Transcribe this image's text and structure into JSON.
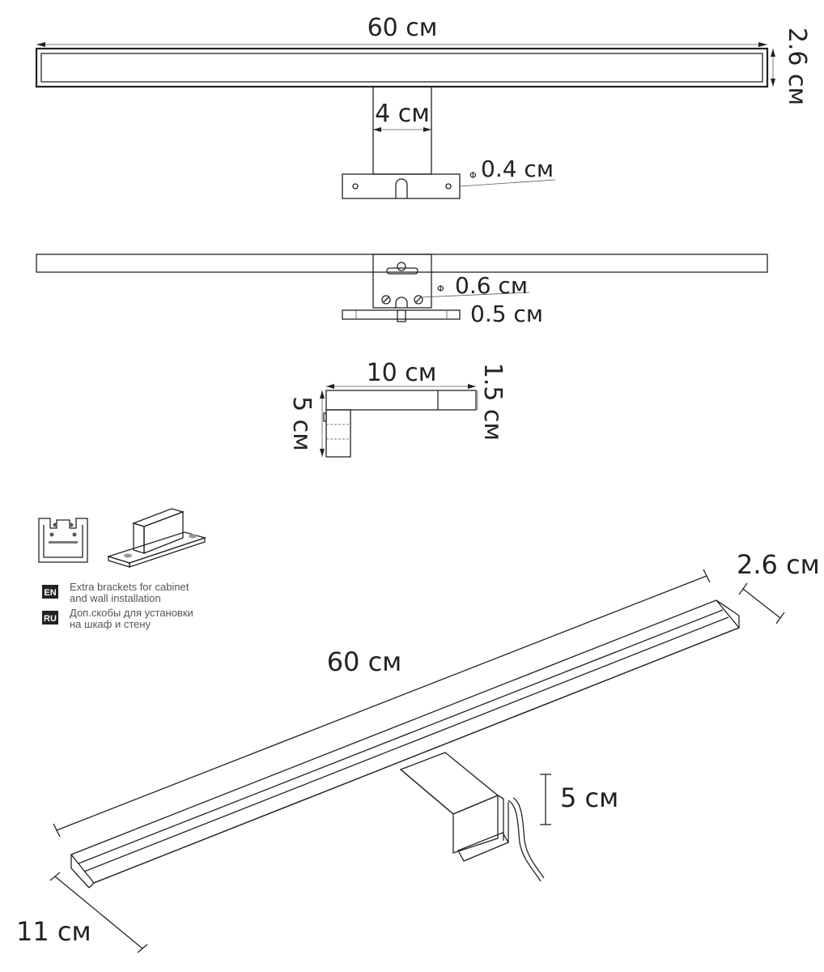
{
  "front_view": {
    "width_label": "60 см",
    "height_label": "2.6 см",
    "stem_width_label": "4 см",
    "hole_diameter_label": "0.4 см",
    "phi_symbol": "Φ"
  },
  "rear_view": {
    "hole_diameter_label": "0.6 см",
    "plate_thickness_label": "0.5 см",
    "phi_symbol": "Φ"
  },
  "side_view": {
    "depth_label": "10 см",
    "bar_height_label": "1.5 см",
    "drop_label": "5 см"
  },
  "accessories": {
    "en_badge": "EN",
    "en_text_line1": "Extra brackets for cabinet",
    "en_text_line2": "and wall installation",
    "ru_badge": "RU",
    "ru_text_line1": "Доп.скобы для установки",
    "ru_text_line2": "на шкаф и стену"
  },
  "perspective_view": {
    "length_label": "60 см",
    "height_label": "2.6 см",
    "drop_label": "5 см",
    "depth_label": "11 см"
  }
}
